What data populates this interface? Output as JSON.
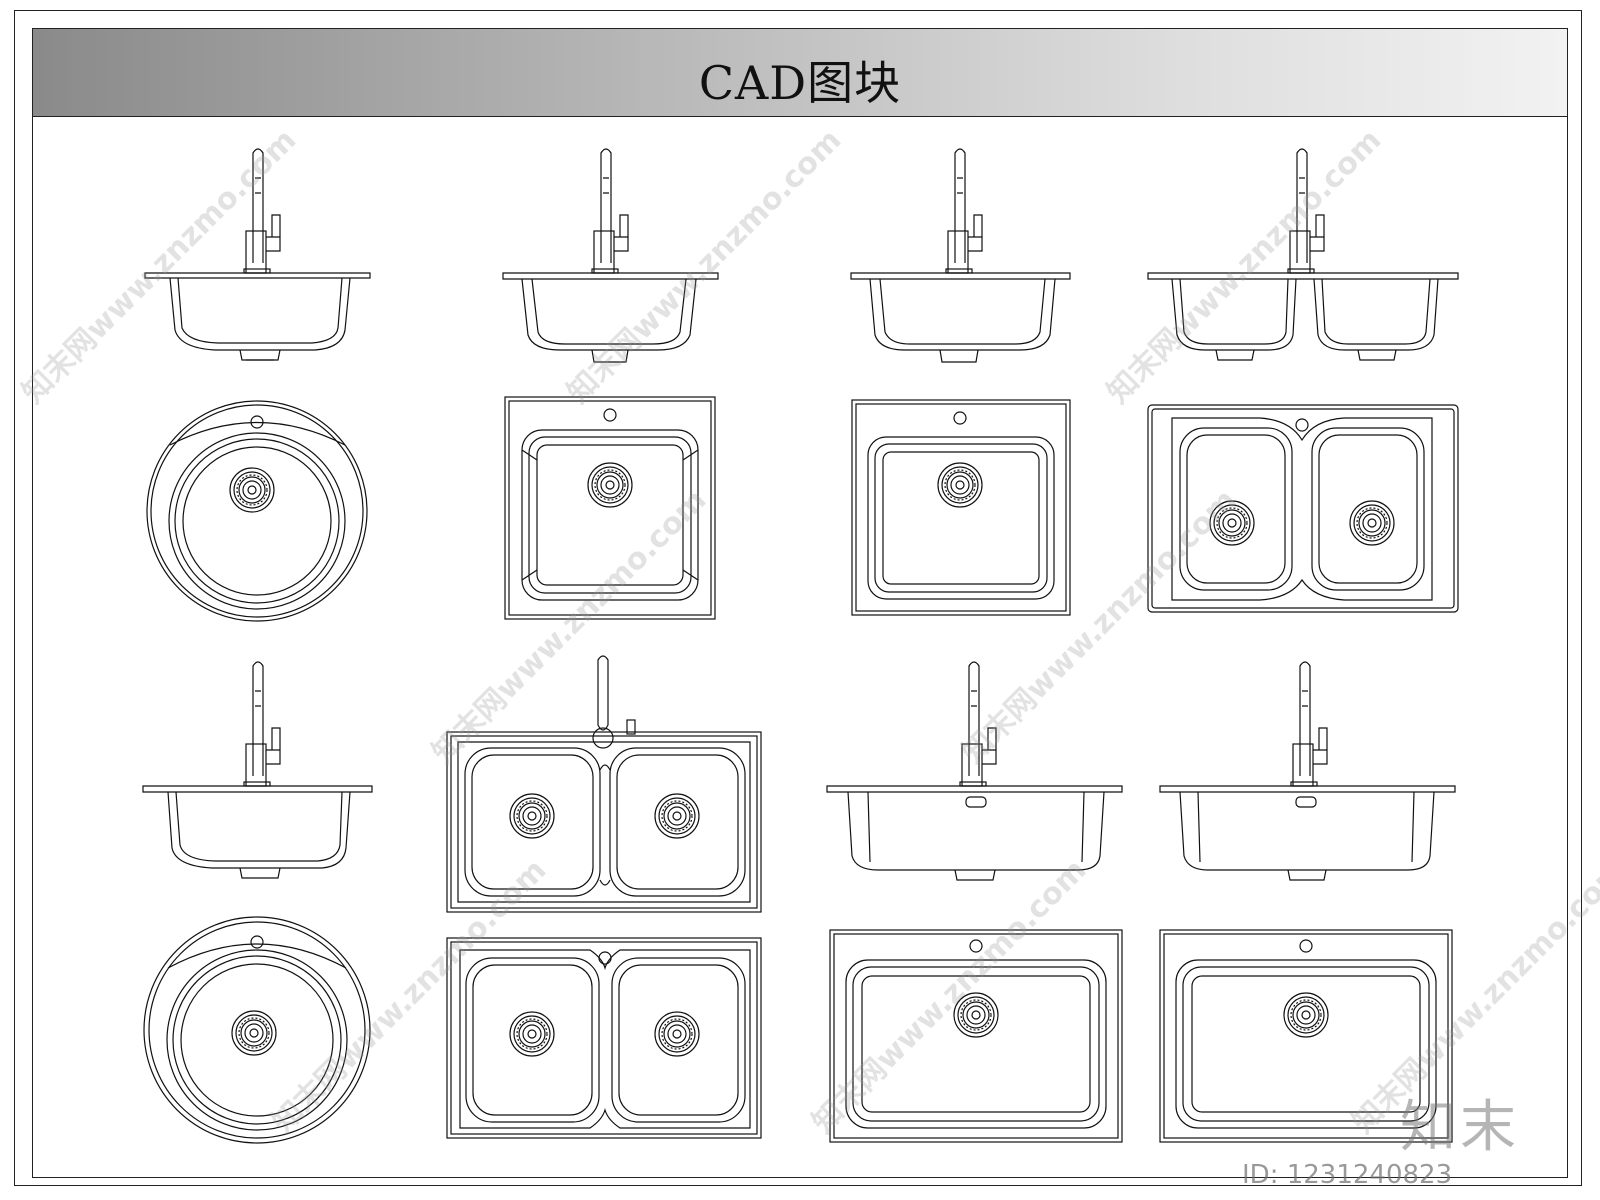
{
  "title": "CAD图块",
  "watermark": {
    "site": "知末网www.znzmo.com",
    "brand": "知末",
    "id": "ID: 1231240823"
  },
  "blocks": {
    "row1": [
      {
        "name": "round-sink-single",
        "views": [
          "elevation",
          "plan"
        ]
      },
      {
        "name": "square-sink-single-small",
        "views": [
          "elevation",
          "plan"
        ]
      },
      {
        "name": "square-sink-single",
        "views": [
          "elevation",
          "plan"
        ]
      },
      {
        "name": "double-bowl-sink",
        "views": [
          "elevation",
          "plan"
        ]
      }
    ],
    "row2": [
      {
        "name": "round-sink-single-b",
        "views": [
          "elevation",
          "plan"
        ]
      },
      {
        "name": "double-bowl-sink-with-tap",
        "views": [
          "plan",
          "plan"
        ]
      },
      {
        "name": "rectangular-sink-large",
        "views": [
          "elevation",
          "plan"
        ]
      },
      {
        "name": "rectangular-sink-medium",
        "views": [
          "elevation",
          "plan"
        ]
      }
    ]
  },
  "colors": {
    "line": "#111111",
    "title_gradient_start": "#8a8a8a",
    "title_gradient_end": "#f2f2f2"
  }
}
